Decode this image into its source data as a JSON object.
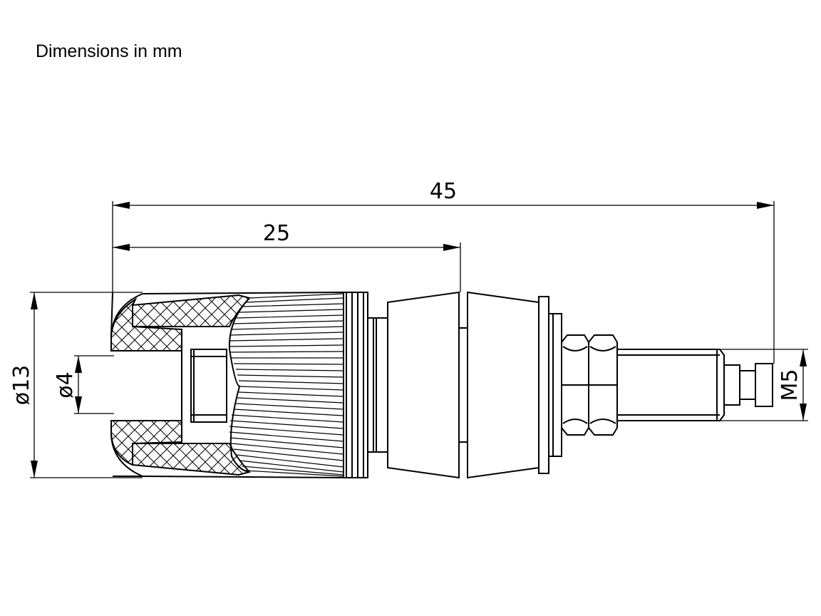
{
  "caption": "Dimensions in mm",
  "dimensions": {
    "overall_length": "45",
    "head_length": "25",
    "head_diameter": "ø13",
    "bore_diameter": "ø4",
    "thread": "M5"
  }
}
